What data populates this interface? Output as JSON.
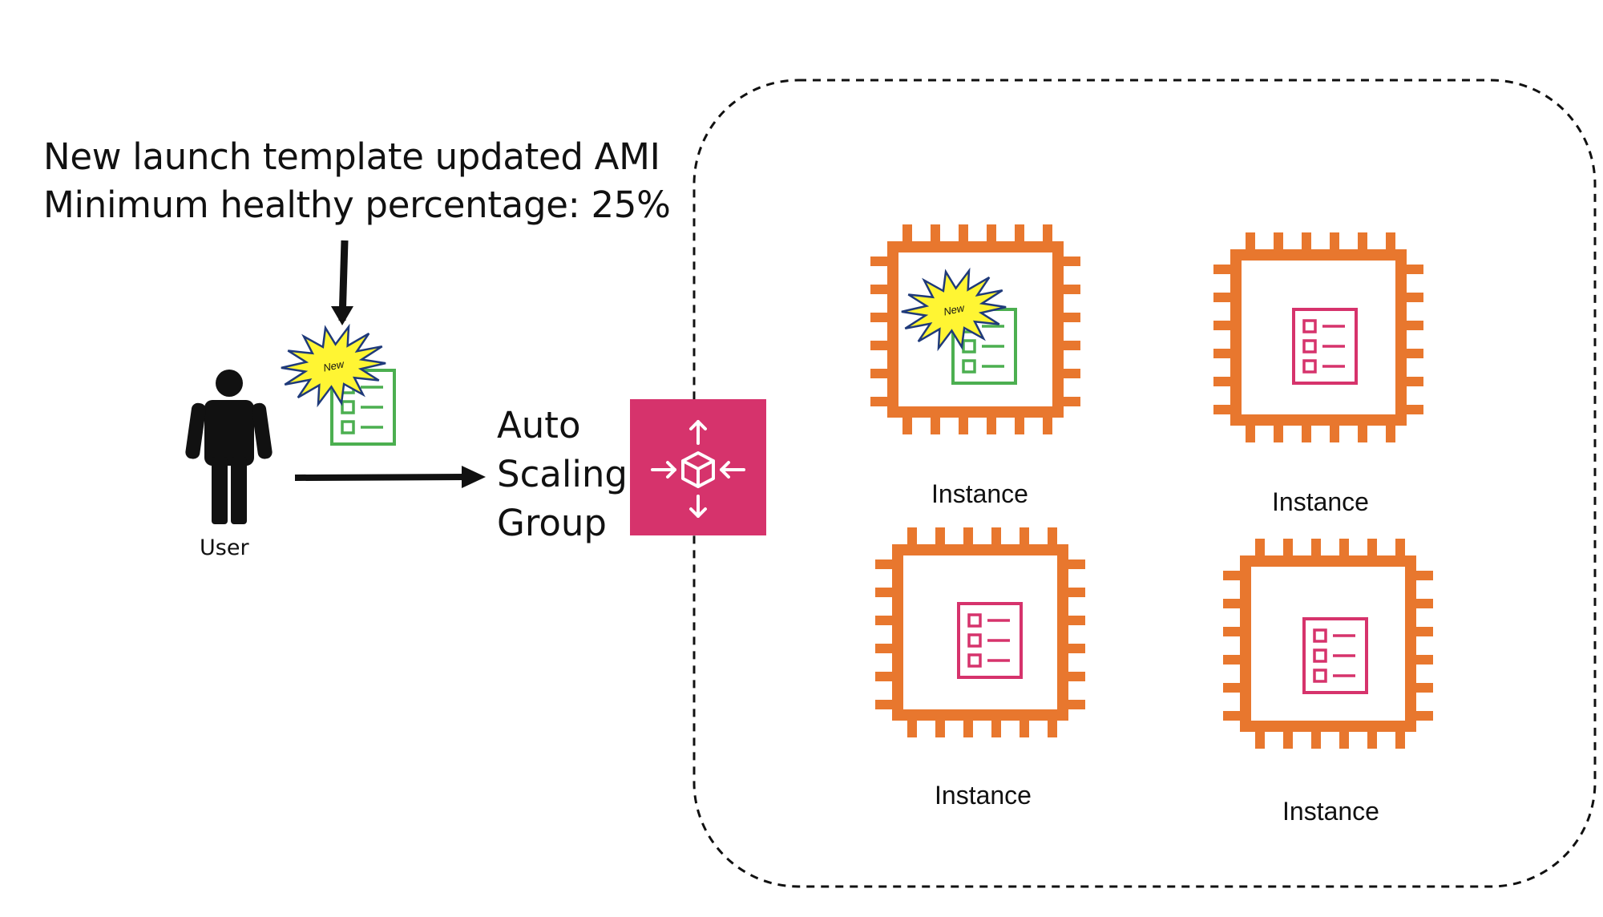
{
  "title_lines": [
    "New launch template updated AMI",
    "Minimum healthy percentage: 25%"
  ],
  "user": {
    "label": "User",
    "icon": "person-icon"
  },
  "auto_scaling_group": {
    "label_lines": [
      "Auto",
      "Scaling",
      "Group"
    ],
    "icon": "auto-scaling-icon",
    "color": "#D6336C"
  },
  "new_badge": "New",
  "launch_template": {
    "icon": "launch-template-icon",
    "new_color": "#4CAF50",
    "old_color": "#D6336C"
  },
  "instances": [
    {
      "label": "Instance",
      "template": "new"
    },
    {
      "label": "Instance",
      "template": "old"
    },
    {
      "label": "Instance",
      "template": "old"
    },
    {
      "label": "Instance",
      "template": "old"
    }
  ],
  "colors": {
    "chip": "#E8772E",
    "badge_fill": "#FFF533",
    "badge_stroke": "#1F3A7A",
    "boundary": "#111111"
  }
}
